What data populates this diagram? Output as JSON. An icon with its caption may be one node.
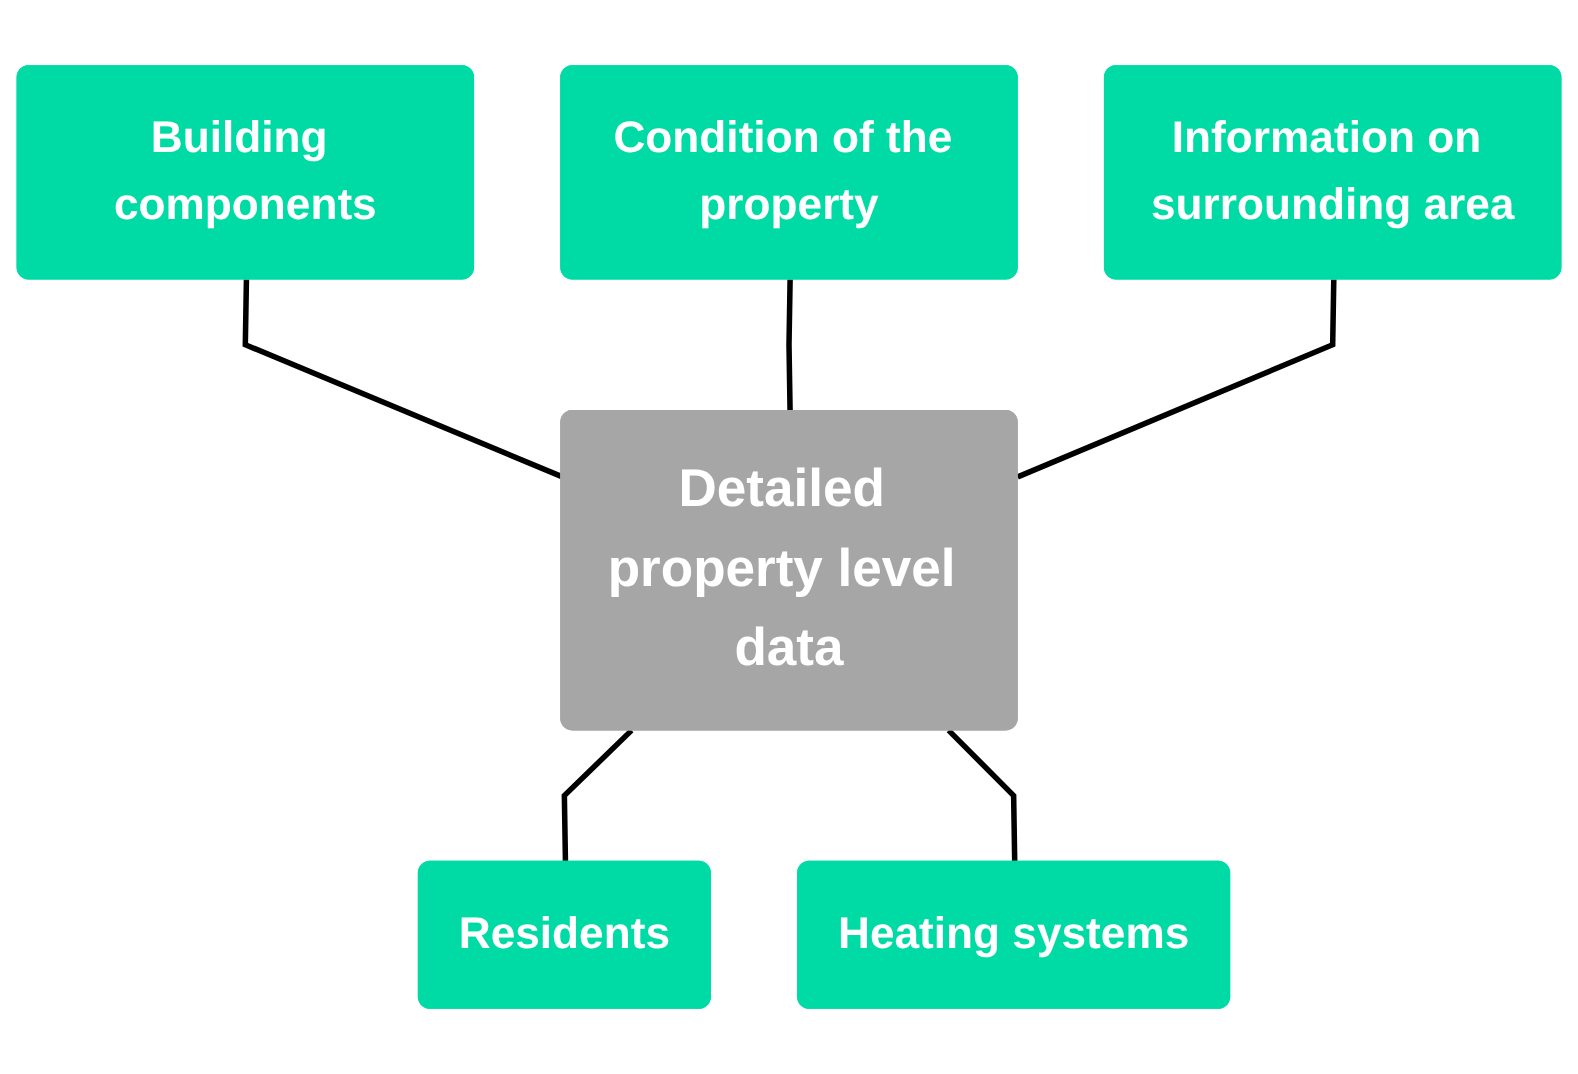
{
  "diagram": {
    "nodes": [
      {
        "text": [
          "Building components"
        ]
      },
      {
        "text": [
          "Condition of the property"
        ]
      },
      {
        "text": [
          "Information on surrounding area"
        ]
      },
      {
        "text": [
          "Detailed property level data"
        ]
      },
      {
        "text": [
          "Residents"
        ]
      },
      {
        "text": [
          "Heating systems"
        ]
      }
    ],
    "edges": [
      {
        "from": 0,
        "to": 3,
        "arrow": "none"
      },
      {
        "from": 1,
        "to": 3,
        "arrow": "none"
      },
      {
        "from": 2,
        "to": 3,
        "arrow": "none"
      },
      {
        "from": 3,
        "to": 4,
        "arrow": "none"
      },
      {
        "from": 3,
        "to": 5,
        "arrow": "none"
      }
    ]
  }
}
